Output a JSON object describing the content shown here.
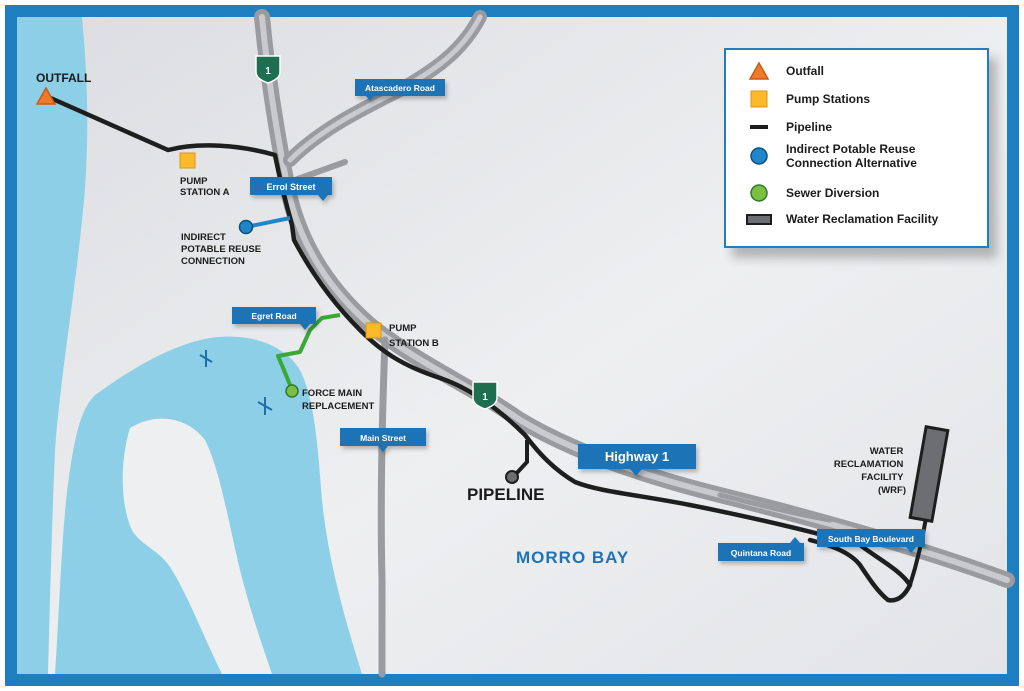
{
  "map": {
    "place_label": "MORRO BAY",
    "pipeline_label": "PIPELINE",
    "highway_shield": "1",
    "colors": {
      "frame": "#1e7fc0",
      "water": "#8ecfe8",
      "land": "#e6e7e9",
      "road": "#9a9b9e",
      "pipeline": "#1e1e1e",
      "sewer": "#3aa836",
      "ipr": "#1f86c9",
      "pump": "#fcb92b",
      "outfall": "#f07a2b",
      "facility": "#6d6e71",
      "sign": "#1f73b5",
      "shield": "#1e6f4f"
    }
  },
  "street_signs": {
    "atascadero": "Atascadero Road",
    "errol": "Errol Street",
    "egret": "Egret Road",
    "main": "Main Street",
    "highway1": "Highway 1",
    "quintana": "Quintana Road",
    "south_bay": "South Bay Boulevard"
  },
  "features": {
    "outfall": "OUTFALL",
    "pump_a_line1": "PUMP",
    "pump_a_line2": "STATION A",
    "ipr_line1": "INDIRECT",
    "ipr_line2": "POTABLE REUSE",
    "ipr_line3": "CONNECTION",
    "pump_b_line1": "PUMP",
    "pump_b_line2": "STATION B",
    "force_main_line1": "FORCE MAIN",
    "force_main_line2": "REPLACEMENT",
    "wrf_line1": "WATER",
    "wrf_line2": "RECLAMATION",
    "wrf_line3": "FACILITY",
    "wrf_line4": "(WRF)"
  },
  "legend": {
    "items": [
      {
        "label": "Outfall",
        "icon": "orange-triangle"
      },
      {
        "label": "Pump Stations",
        "icon": "yellow-square"
      },
      {
        "label": "Pipeline",
        "icon": "black-line"
      },
      {
        "label_line1": "Indirect Potable Reuse",
        "label_line2": "Connection Alternative",
        "icon": "blue-circle"
      },
      {
        "label": "Sewer Diversion",
        "icon": "green-circle"
      },
      {
        "label": "Water Reclamation Facility",
        "icon": "gray-rectangle"
      }
    ]
  }
}
